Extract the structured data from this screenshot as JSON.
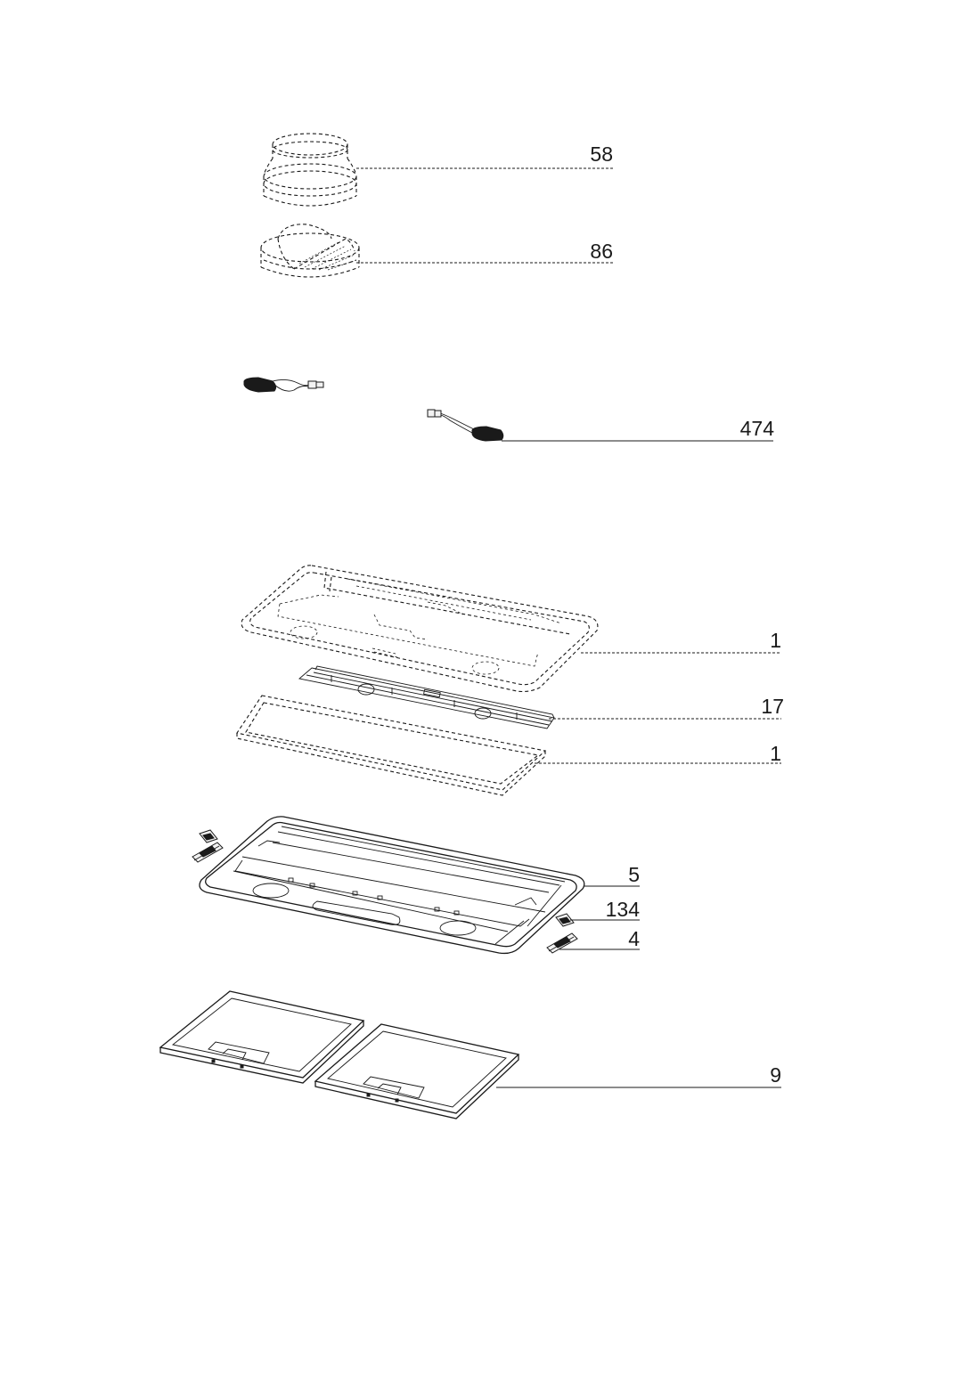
{
  "callouts": [
    {
      "id": "p58",
      "label": "58"
    },
    {
      "id": "p86",
      "label": "86"
    },
    {
      "id": "p474",
      "label": "474"
    },
    {
      "id": "p1a",
      "label": "1"
    },
    {
      "id": "p17",
      "label": "17"
    },
    {
      "id": "p1b",
      "label": "1"
    },
    {
      "id": "p5",
      "label": "5"
    },
    {
      "id": "p134",
      "label": "134"
    },
    {
      "id": "p4",
      "label": "4"
    },
    {
      "id": "p9",
      "label": "9"
    }
  ],
  "colors": {
    "line": "#1a1a1a",
    "background": "#ffffff"
  }
}
